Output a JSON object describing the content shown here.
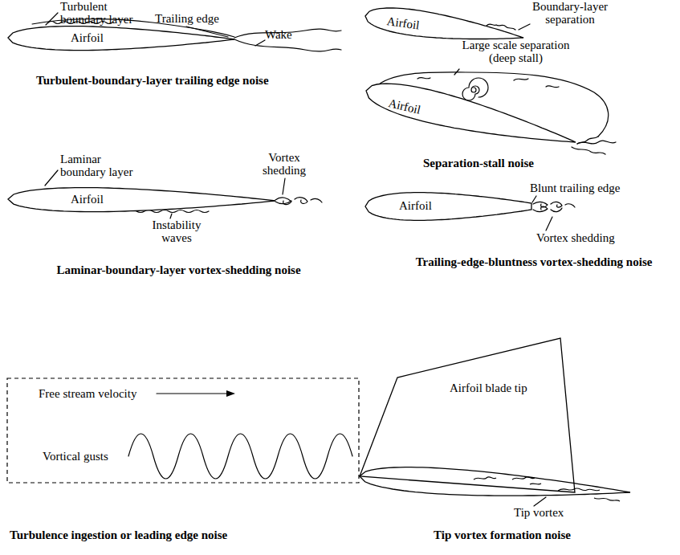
{
  "diagram": {
    "nodes": [
      {
        "text": [
          "Airfoil"
        ]
      },
      {
        "text": [
          "Airfoil"
        ]
      },
      {
        "text": [
          "Airfoil"
        ]
      },
      {
        "text": [
          "Airfoil"
        ]
      },
      {
        "text": [
          "Airfoil"
        ]
      },
      {
        "text": [
          "Free stream velocity",
          "Vortical gusts"
        ]
      },
      {
        "text": [
          "Airfoil blade tip"
        ]
      }
    ],
    "labels": [
      "Turbulent boundary layer",
      "Trailing edge",
      "Wake",
      "Turbulent-boundary-layer trailing edge noise",
      "Boundary-layer separation",
      "Large scale separation (deep stall)",
      "Separation-stall noise",
      "Laminar boundary layer",
      "Vortex shedding",
      "Instability waves",
      "Laminar-boundary-layer vortex-shedding noise",
      "Blunt trailing edge",
      "Vortex shedding",
      "Trailing-edge-bluntness vortex-shedding noise",
      "Turbulence ingestion or leading edge noise",
      "Tip vortex",
      "Tip vortex formation noise"
    ]
  }
}
